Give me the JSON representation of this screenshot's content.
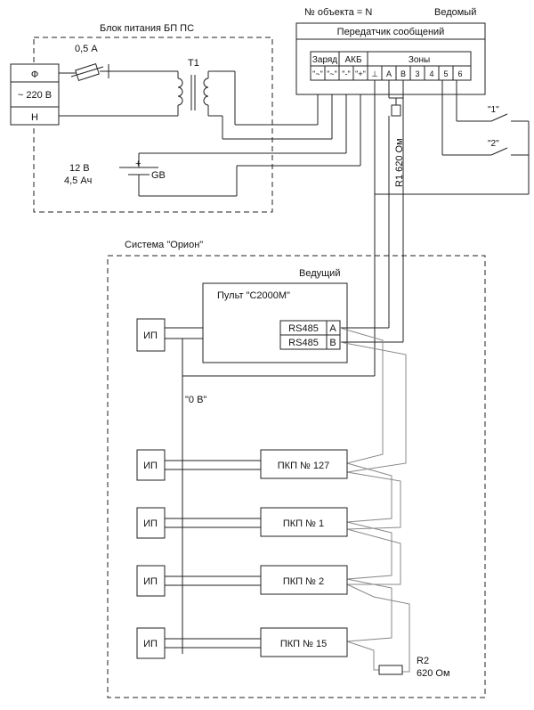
{
  "header": {
    "object_no": "№ объекта = N",
    "slave": "Ведомый"
  },
  "psu": {
    "title": "Блок питания БП ПС",
    "phase": "Ф",
    "voltage": "~ 220 В",
    "neutral": "Н",
    "fuse": "0,5 А",
    "transformer": "Т1",
    "battery_v": "12 В",
    "battery_ah": "4,5 Ач",
    "battery_name": "GB",
    "battery_plus": "+"
  },
  "transmitter": {
    "title": "Передатчик сообщений",
    "group_charge": "Заряд",
    "group_akb": "АКБ",
    "group_zones": "Зоны",
    "terminals": [
      "\"~\"",
      "\"~\"",
      "\"-\"",
      "\"+\"",
      "⊥",
      "А",
      "В",
      "3",
      "4",
      "5",
      "6"
    ]
  },
  "switches": {
    "s1": "\"1\"",
    "s2": "\"2\""
  },
  "r1": {
    "label": "R1 620 Ом"
  },
  "orion": {
    "title": "Система \"Орион\"",
    "master": "Ведущий",
    "console": "Пульт \"С2000М\"",
    "rs485": "RS485",
    "port_a": "А",
    "port_b": "В",
    "zero_v": "\"0 В\"",
    "ip": "ИП",
    "pkp": [
      "ПКП № 127",
      "ПКП № 1",
      "ПКП № 2",
      "ПКП № 15"
    ],
    "r2": "R2",
    "r2_value": "620 Ом"
  }
}
